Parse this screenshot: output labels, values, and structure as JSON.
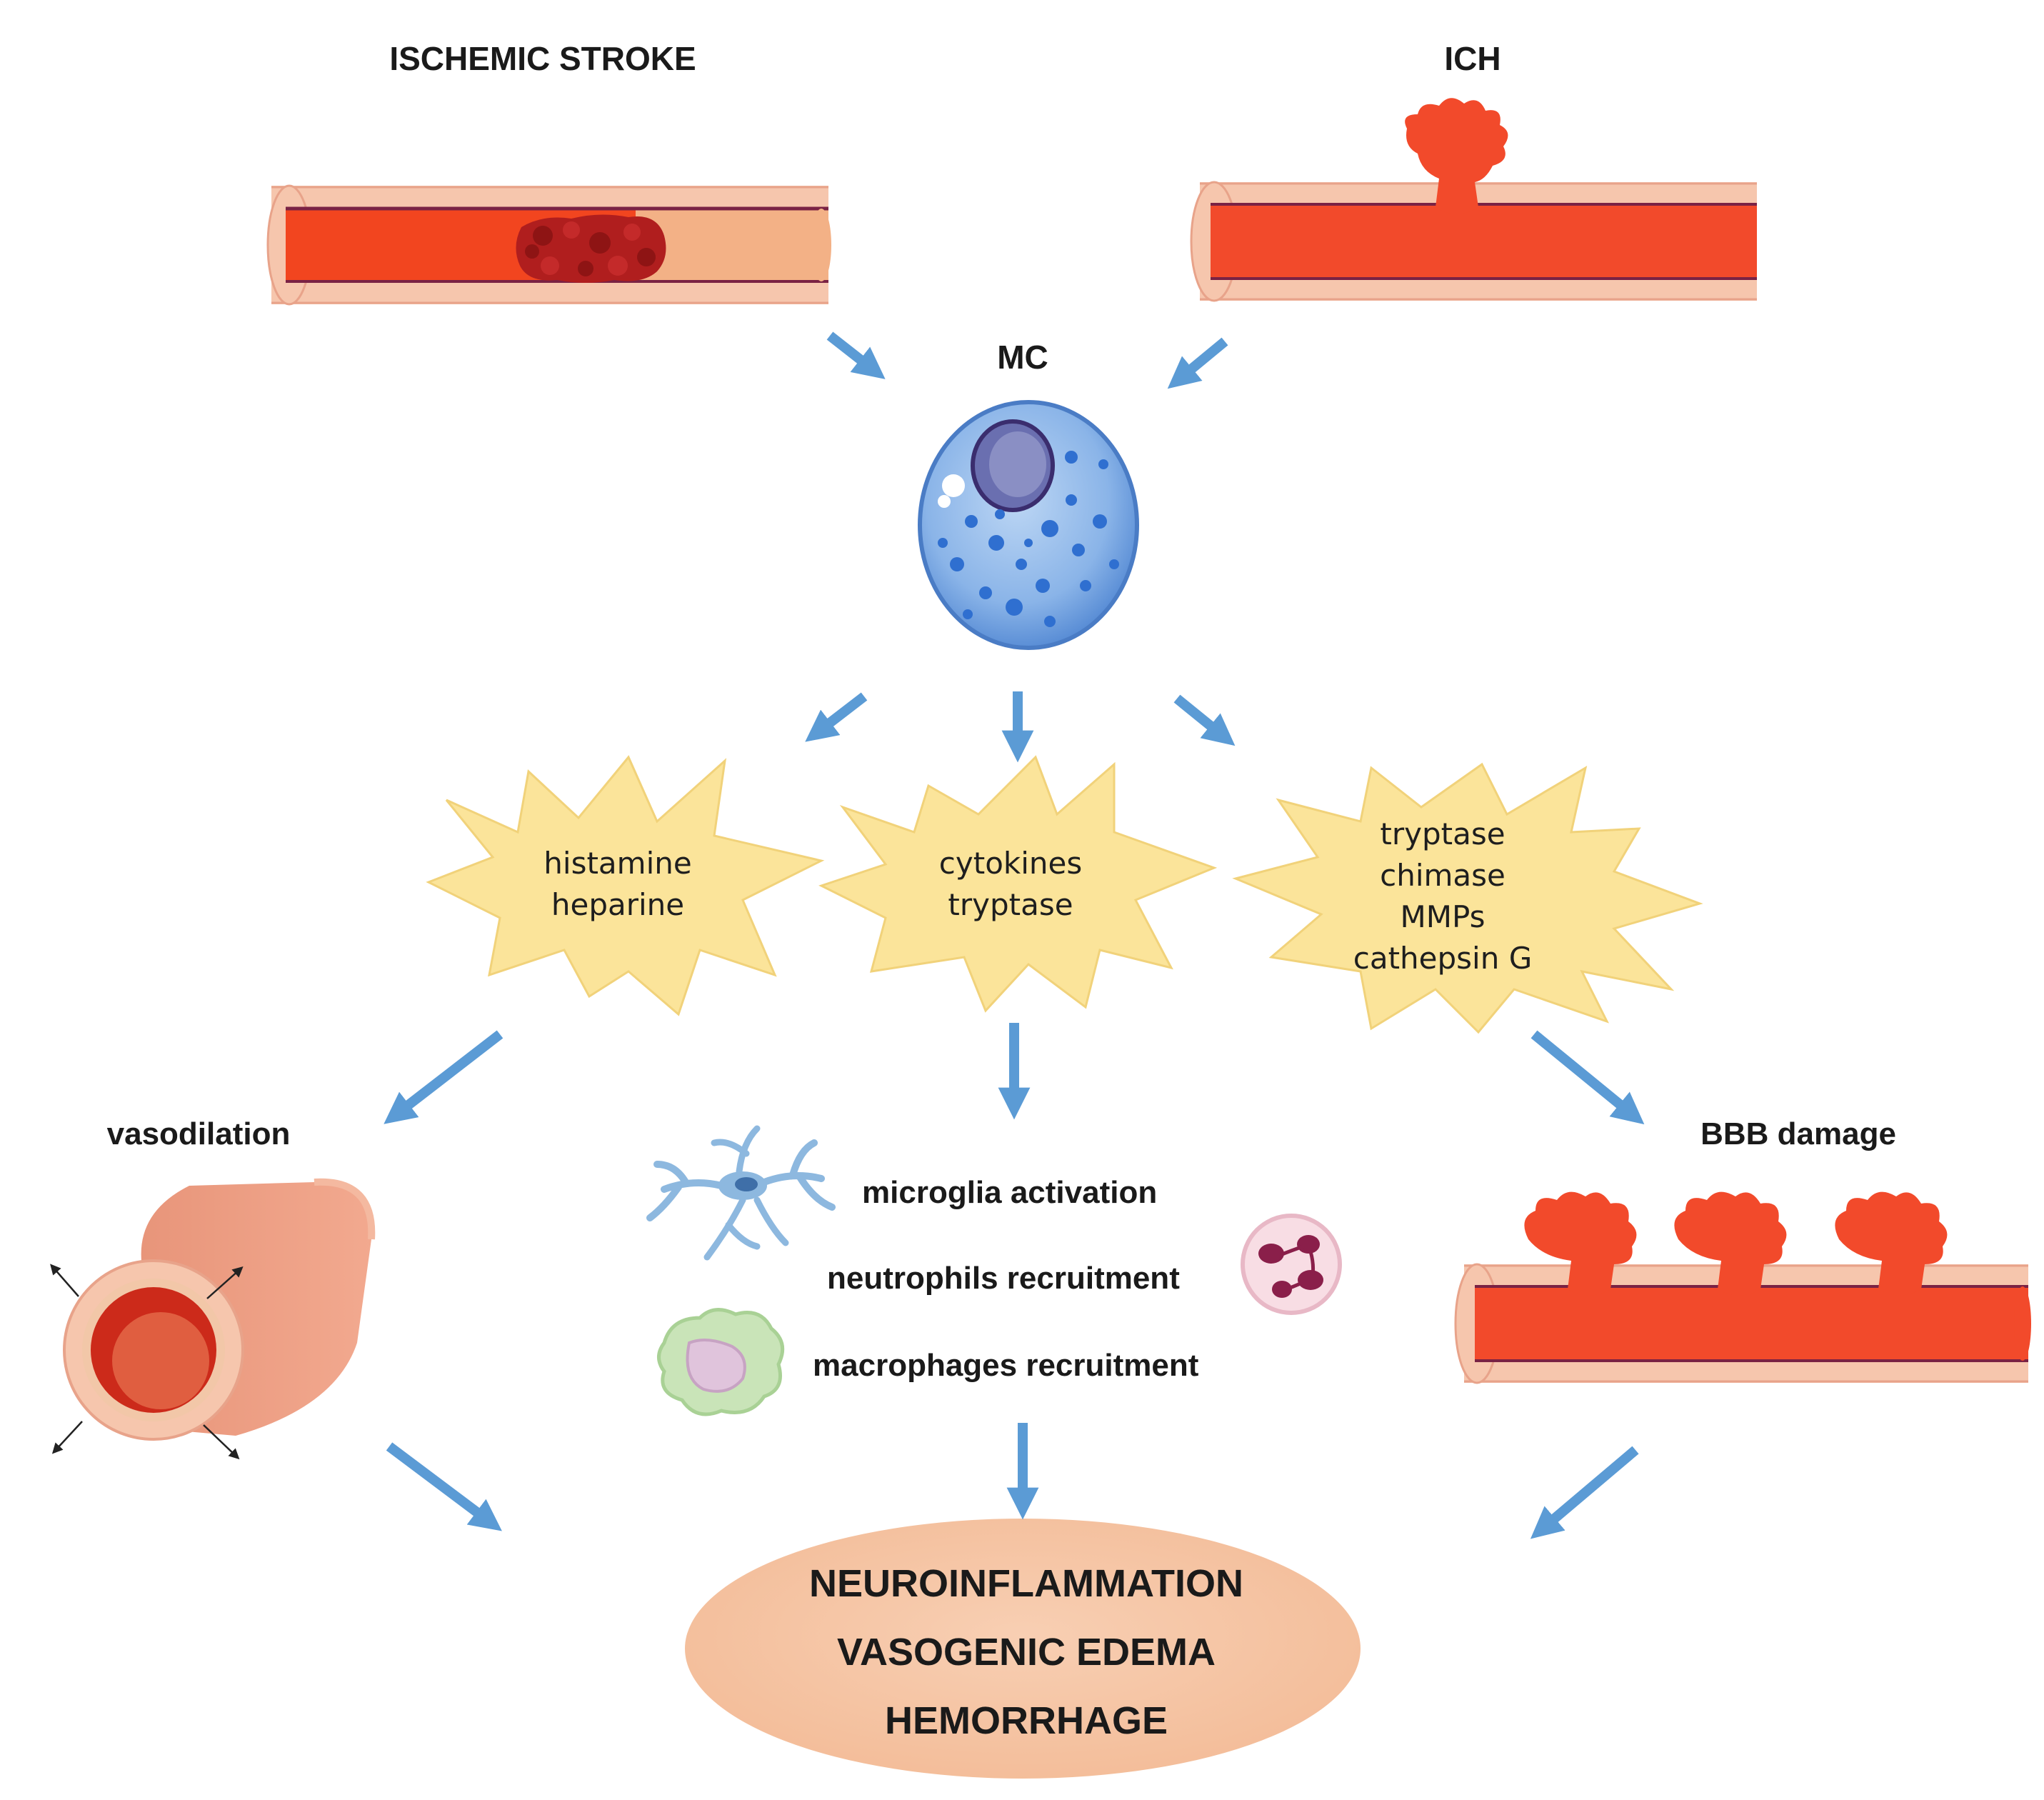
{
  "top": {
    "ischemic_label": "ISCHEMIC STROKE",
    "ich_label": "ICH",
    "mc_label": "MC"
  },
  "mediators": {
    "left": [
      "histamine",
      "heparine"
    ],
    "center": [
      "cytokines",
      "tryptase"
    ],
    "right": [
      "tryptase",
      "chimase",
      "MMPs",
      "cathepsin  G"
    ]
  },
  "effects": {
    "vasodilation": "vasodilation",
    "bbb_damage": "BBB damage",
    "microglia": "microglia activation",
    "neutrophils": "neutrophils recruitment",
    "macrophages": "macrophages recruitment"
  },
  "outcome": [
    "NEUROINFLAMMATION",
    "VASOGENIC EDEMA",
    "HEMORRHAGE"
  ],
  "colors": {
    "arrow": "#5b9bd5",
    "burst_fill": "#fbe49a",
    "outcome_fill": "#f5c3a2",
    "vessel_blood": "#f24a2b",
    "vessel_wall": "#f6c6ad",
    "clot": "#b01e1e",
    "hemorrhage": "#f24a2b",
    "mast_cell": "#8ab4e8"
  }
}
